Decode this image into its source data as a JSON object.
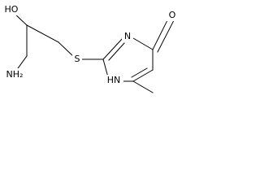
{
  "molecule": {
    "labels": {
      "hydroxyl": "HO",
      "sulfur": "S",
      "ring_nitrogen_top": "N",
      "ring_nh": "HN",
      "amino": "NH₂",
      "carbonyl_oxygen": "O"
    },
    "colors": {
      "bond": "#000000",
      "text": "#000000",
      "background": "#ffffff"
    }
  }
}
